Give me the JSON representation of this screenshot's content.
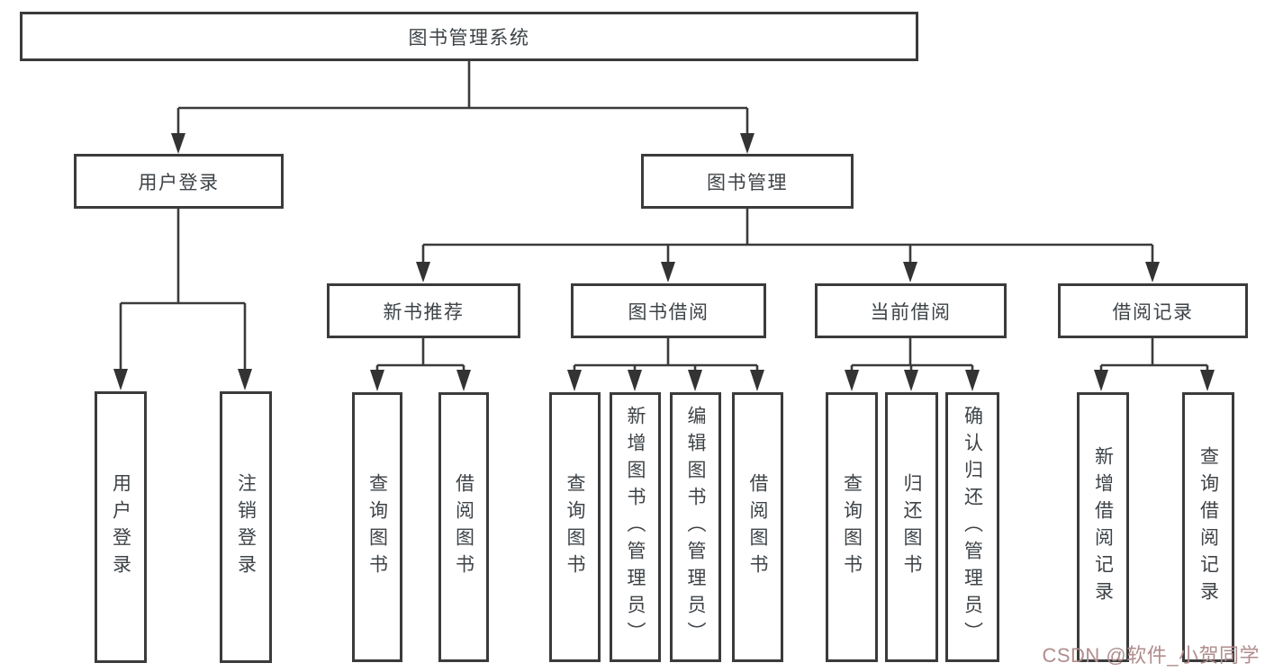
{
  "diagram": {
    "root": {
      "label": "图书管理系统"
    },
    "level2": [
      {
        "label": "用户登录"
      },
      {
        "label": "图书管理"
      }
    ],
    "level3": [
      {
        "label": "新书推荐"
      },
      {
        "label": "图书借阅"
      },
      {
        "label": "当前借阅"
      },
      {
        "label": "借阅记录"
      }
    ],
    "leaves": {
      "user_login": [
        {
          "label": "用户登录"
        },
        {
          "label": "注销登录"
        }
      ],
      "new_book_recommend": [
        {
          "label": "查询图书"
        },
        {
          "label": "借阅图书"
        }
      ],
      "book_borrow": [
        {
          "label": "查询图书"
        },
        {
          "label": "新增图书（管理员）"
        },
        {
          "label": "编辑图书（管理员）"
        },
        {
          "label": "借阅图书"
        }
      ],
      "current_borrow": [
        {
          "label": "查询图书"
        },
        {
          "label": "归还图书"
        },
        {
          "label": "确认归还（管理员）"
        }
      ],
      "borrow_records": [
        {
          "label": "新增借阅记录"
        },
        {
          "label": "查询借阅记录"
        }
      ]
    }
  },
  "watermark": {
    "text": "CSDN @软件_小贺同学",
    "color": "#b08d8d"
  },
  "colors": {
    "line": "#3b3b3b",
    "text": "#3e4347",
    "background": "#ffffff"
  }
}
